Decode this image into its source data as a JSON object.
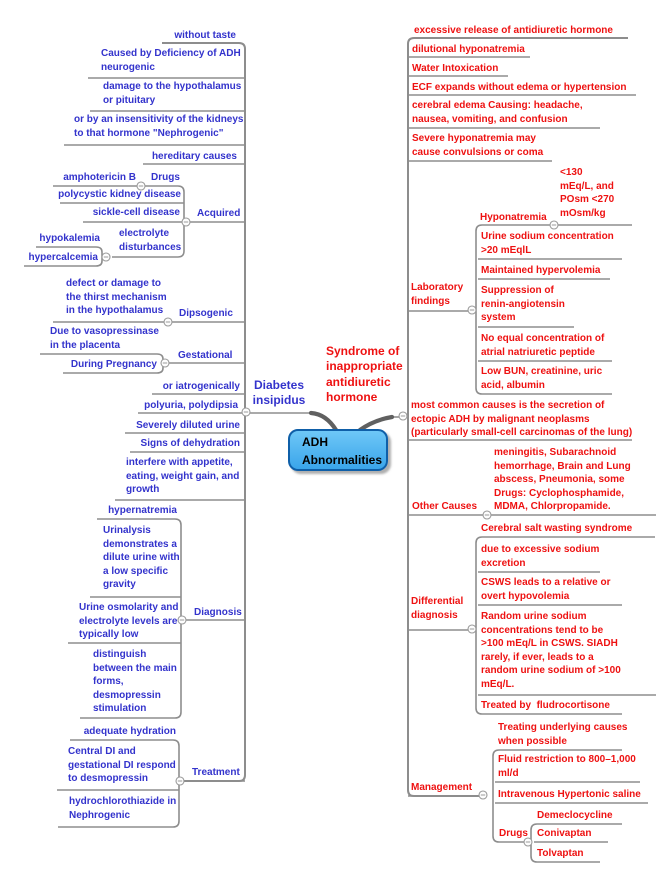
{
  "colors": {
    "left_branch_text": "#3333cc",
    "right_branch_text": "#ee1111",
    "connector_line": "#8d8d8d",
    "center_box_fill": "#4db4f0",
    "center_box_border": "#0f5fa8"
  },
  "center": {
    "title": "ADH\nAbnormalities"
  },
  "di": {
    "label": "Diabetes\ninsipidus",
    "without_taste": "without taste",
    "deficiency": "Caused by Deficiency of ADH\nneurogenic",
    "damage": "damage to the hypothalamus\nor pituitary",
    "insensitivity": "or by an insensitivity of the kidneys\nto that hormone \"Nephrogenic\"",
    "hereditary": "hereditary causes",
    "amphotericin": "amphotericin B",
    "drugs": "Drugs",
    "polycystic": "polycystic kidney disease",
    "sickle": "sickle-cell disease",
    "acquired": "Acquired",
    "electrolyte": "electrolyte\ndisturbances",
    "hypokalemia": "hypokalemia",
    "hypercalcemia": "hypercalcemia",
    "thirst": "defect or damage to\nthe thirst mechanism\nin the hypothalamus",
    "dipsogenic": "Dipsogenic",
    "vasopressinase": "Due to vasopressinase\nin the placenta",
    "pregnancy": "During Pregnancy",
    "gestational": "Gestational",
    "iatrogenic": "or iatrogenically",
    "polyuria": "polyuria, polydipsia",
    "diluted_urine": "Severely diluted urine",
    "dehydration": "Signs of dehydration",
    "interfere": "interfere with appetite,\neating, weight gain, and\ngrowth",
    "hypernatremia": "hypernatremia",
    "urinalysis": "Urinalysis\ndemonstrates a\ndilute urine with\na low specific\ngravity",
    "osmolarity": "Urine osmolarity and\nelectrolyte levels are\ntypically low",
    "diagnosis": "Diagnosis",
    "distinguish": "distinguish\nbetween the main\nforms,\ndesmopressin\nstimulation",
    "hydration": "adequate hydration",
    "central_di": "Central DI and\ngestational DI respond\nto desmopressin",
    "treatment": "Treatment",
    "hydrochlorothiazide": "hydrochlorothiazide in\nNephrogenic"
  },
  "siadh": {
    "label": "Syndrome of\ninappropriate\nantidiuretic\nhormone",
    "excessive": "excessive release of antidiuretic hormone",
    "dilutional": "dilutional hyponatremia",
    "water_intox": "Water Intoxication",
    "ecf": "ECF expands without edema or hypertension",
    "cerebral_edema": "cerebral edema Causing: headache,\nnausea, vomiting, and confusion",
    "severe_hypo": "Severe hyponatremia may\ncause convulsions or coma",
    "lab": "Laboratory\nfindings",
    "hyponatremia": "Hyponatremia",
    "hypo_values": "<130\nmEq/L, and\nPOsm <270\nmOsm/kg",
    "urine_sodium": "Urine sodium concentration\n>20 mEqlL",
    "hypervolemia": "Maintained hypervolemia",
    "suppression": "Suppression of\nrenin-angiotensin\nsystem",
    "anp": "No equal concentration of\natrial natriuretic peptide",
    "low_bun": "Low BUN, creatinine, uric\nacid, albumin",
    "common_causes": "most common causes is the secretion of\nectopic ADH by malignant neoplasms\n(particularly small-cell carcinomas of the lung)",
    "other_causes": "Other Causes",
    "other_list": "meningitis, Subarachnoid\nhemorrhage, Brain and Lung\nabscess, Pneumonia, some\nDrugs: Cyclophosphamide,\nMDMA, Chlorpropamide.",
    "diff": "Differential\ndiagnosis",
    "csws": "Cerebral salt wasting syndrome",
    "sodium_excretion": "due to excessive sodium\nexcretion",
    "csws_hypovolemia": "CSWS leads to a relative or\novert hypovolemia",
    "random_urine": "Random urine sodium\nconcentrations tend to be\n>100 mEq/L in CSWS. SIADH\nrarely, if ever, leads to a\nrandom urine sodium of >100\nmEq/L.",
    "fludrocortisone": "Treated by  fludrocortisone",
    "management": "Management",
    "underlying": "Treating underlying causes\nwhen possible",
    "fluid": "Fluid restriction to 800–1,000\nml/d",
    "saline": "Intravenous Hypertonic saline",
    "drugs": "Drugs",
    "demeclocycline": "Demeclocycline",
    "conivaptan": "Conivaptan",
    "tolvaptan": "Tolvaptan"
  }
}
